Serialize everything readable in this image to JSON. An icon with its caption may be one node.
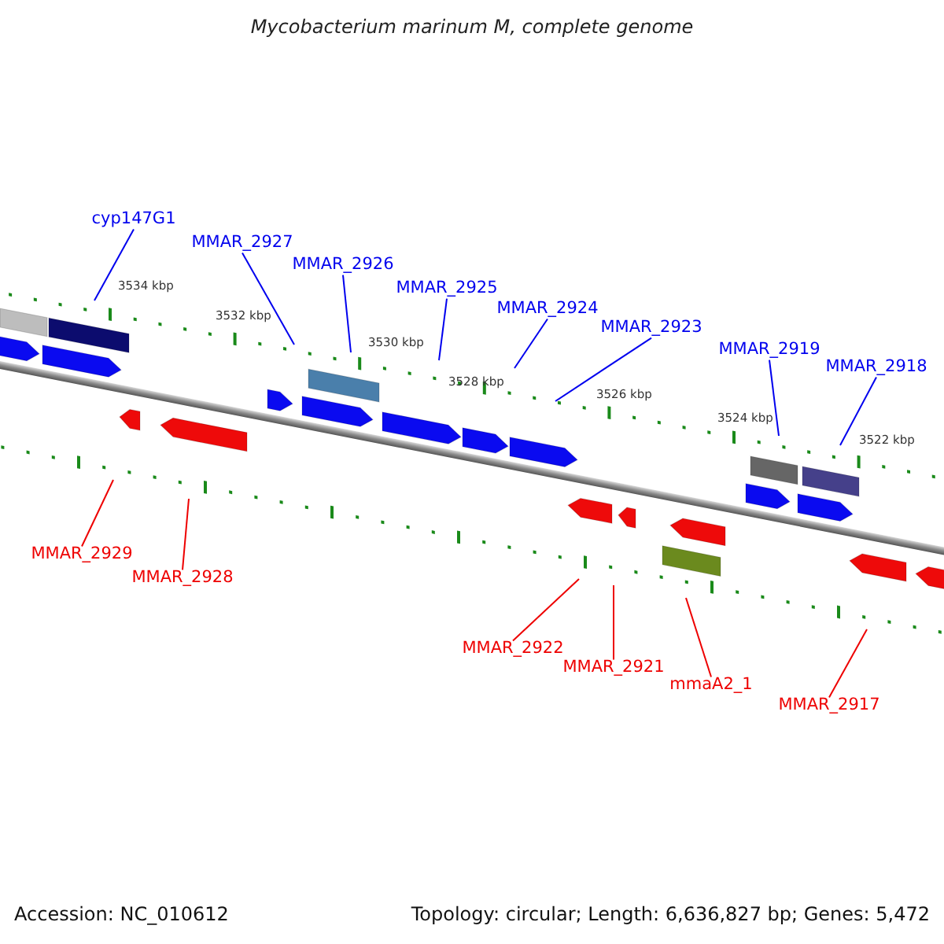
{
  "diagram": {
    "title": "Mycobacterium marinum M, complete genome",
    "nodes": [
      {
        "text": [
          "cyp147G1"
        ]
      },
      {
        "text": [
          "MMAR_2927"
        ]
      },
      {
        "text": [
          "MMAR_2926"
        ]
      },
      {
        "text": [
          "MMAR_2925"
        ]
      },
      {
        "text": [
          "MMAR_2924"
        ]
      },
      {
        "text": [
          "MMAR_2923"
        ]
      },
      {
        "text": [
          "MMAR_2919"
        ]
      },
      {
        "text": [
          "MMAR_2918"
        ]
      },
      {
        "text": [
          "MMAR_2929"
        ]
      },
      {
        "text": [
          "MMAR_2928"
        ]
      },
      {
        "text": [
          "MMAR_2922"
        ]
      },
      {
        "text": [
          "MMAR_2921"
        ]
      },
      {
        "text": [
          "mmaA2_1"
        ]
      },
      {
        "text": [
          "MMAR_2917"
        ]
      }
    ],
    "edges": [
      {
        "from": 0,
        "to": null,
        "arrow": "none"
      },
      {
        "from": 1,
        "to": null,
        "arrow": "none"
      },
      {
        "from": 2,
        "to": null,
        "arrow": "none"
      },
      {
        "from": 3,
        "to": null,
        "arrow": "none"
      },
      {
        "from": 4,
        "to": null,
        "arrow": "none"
      },
      {
        "from": 5,
        "to": null,
        "arrow": "none"
      },
      {
        "from": 6,
        "to": null,
        "arrow": "none"
      },
      {
        "from": 7,
        "to": null,
        "arrow": "none"
      },
      {
        "from": 8,
        "to": null,
        "arrow": "none",
        "color": "#ee0000"
      },
      {
        "from": 9,
        "to": null,
        "arrow": "none",
        "color": "#ee0000"
      },
      {
        "from": 10,
        "to": null,
        "arrow": "none",
        "color": "#ee0000"
      },
      {
        "from": 11,
        "to": null,
        "arrow": "none",
        "color": "#ee0000"
      },
      {
        "from": 12,
        "to": null,
        "arrow": "none",
        "color": "#ee0000"
      },
      {
        "from": 13,
        "to": null,
        "arrow": "none",
        "color": "#ee0000"
      }
    ],
    "labels": [
      "3534 kbp",
      "3532 kbp",
      "3530 kbp",
      "3528 kbp",
      "3526 kbp",
      "3524 kbp",
      "3522 kbp",
      "Accession: NC_010612",
      "Topology: circular; Length: 6,636,827 bp; Genes: 5,472"
    ]
  }
}
